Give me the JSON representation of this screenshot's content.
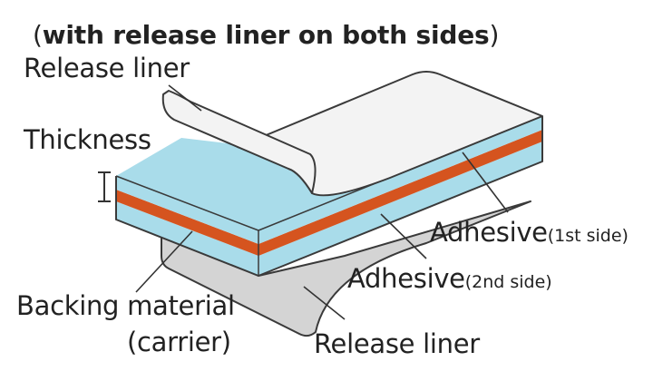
{
  "title": {
    "open": "(",
    "text": "with release liner on both sides",
    "close": ")"
  },
  "labels": {
    "release_liner_top": "Release liner",
    "thickness": "Thickness",
    "adhesive_1st_main": "Adhesive",
    "adhesive_1st_sub": "(1st side)",
    "adhesive_2nd_main": "Adhesive",
    "adhesive_2nd_sub": "(2nd side)",
    "backing_line1": "Backing material",
    "backing_line2": "(carrier)",
    "release_liner_bottom": "Release liner"
  },
  "colors": {
    "adhesive": "#a9dcea",
    "carrier": "#d5541f",
    "liner_top": "#f3f3f3",
    "liner_bottom": "#d4d4d4",
    "outline": "#3a3a3a"
  }
}
